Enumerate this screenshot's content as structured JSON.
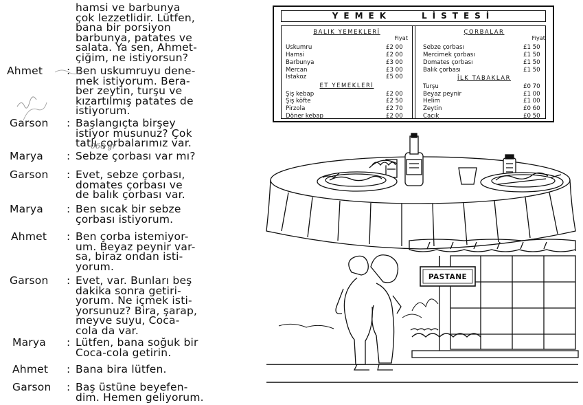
{
  "dialogue": [
    {
      "speaker": "",
      "text": "hamsi ve barbunya\nçok lezzetlidir. Lütfen,\nbana bir porsiyon\nbarbunya, patates ve\nsalata. Ya sen, Ahmet-\nçiğim, ne istiyorsun?"
    },
    {
      "speaker": "Ahmet",
      "text": "Ben uskumruyu dene-\nmek istiyorum. Bera-\nber zeytin, turşu ve\nkızartılmış patates de\nistiyorum."
    },
    {
      "speaker": "Garson",
      "text": "Başlangıçta birşey\nistiyor musunuz? Çok\ntatlı çorbalarımız var."
    },
    {
      "speaker": "Marya",
      "text": "Sebze çorbası var mı?"
    },
    {
      "speaker": "Garson",
      "text": "Evet, sebze çorbası,\ndomates çorbası ve\nde balık çorbası var."
    },
    {
      "speaker": "Marya",
      "text": "Ben sıcak bir sebze\nçorbası istiyorum."
    },
    {
      "speaker": "Ahmet",
      "text": "Ben çorba istemiyor-\num. Beyaz peynir var-\nsa, biraz ondan isti-\nyorum."
    },
    {
      "speaker": "Garson",
      "text": "Evet, var. Bunları beş\ndakika sonra getiri-\nyorum. Ne içmek isti-\nyorsunuz? Bira, şarap,\nmeyve suyu, Coca-\ncola da var."
    },
    {
      "speaker": "Marya",
      "text": "Lütfen, bana soğuk bir\nCoca-cola getirin."
    },
    {
      "speaker": "Ahmet",
      "text": "Bana bira lütfen."
    },
    {
      "speaker": "Garson",
      "text": "Baş üstüne beyefen-\ndim. Hemen geliyorum."
    }
  ],
  "menu": {
    "title_left": "YEMEK",
    "title_right": "LİSTESİ",
    "price_header": "Fiyat",
    "fish": {
      "heading": "BALIK YEMEKLERİ",
      "items": [
        {
          "name": "Uskumru",
          "price": "£2 00"
        },
        {
          "name": "Hamsi",
          "price": "£2 00"
        },
        {
          "name": "Barbunya",
          "price": "£3 00"
        },
        {
          "name": "Mercan",
          "price": "£3 00"
        },
        {
          "name": "Istakoz",
          "price": "£5 00"
        }
      ]
    },
    "meat": {
      "heading": "ET YEMEKLERİ",
      "items": [
        {
          "name": "Şiş kebap",
          "price": "£2 00"
        },
        {
          "name": "Şiş köfte",
          "price": "£2 50"
        },
        {
          "name": "Pirzola",
          "price": "£2 70"
        },
        {
          "name": "Döner kebap",
          "price": "£2 00"
        }
      ]
    },
    "soups": {
      "heading": "ÇORBALAR",
      "items": [
        {
          "name": "Sebze çorbası",
          "price": "£1 50"
        },
        {
          "name": "Mercimek çorbası",
          "price": "£1 50"
        },
        {
          "name": "Domates çorbası",
          "price": "£1 50"
        },
        {
          "name": "Balık çorbası",
          "price": "£1 50"
        }
      ]
    },
    "starters": {
      "heading": "İLK TABAKLAR",
      "items": [
        {
          "name": "Turşu",
          "price": "£0 70"
        },
        {
          "name": "Beyaz peynir",
          "price": "£1 00"
        },
        {
          "name": "Helim",
          "price": "£1 00"
        },
        {
          "name": "Zeytin",
          "price": "£0 60"
        },
        {
          "name": "Cacık",
          "price": "£0 50"
        }
      ]
    }
  },
  "shop_sign": "PASTANE",
  "margin_note": "060 gr"
}
